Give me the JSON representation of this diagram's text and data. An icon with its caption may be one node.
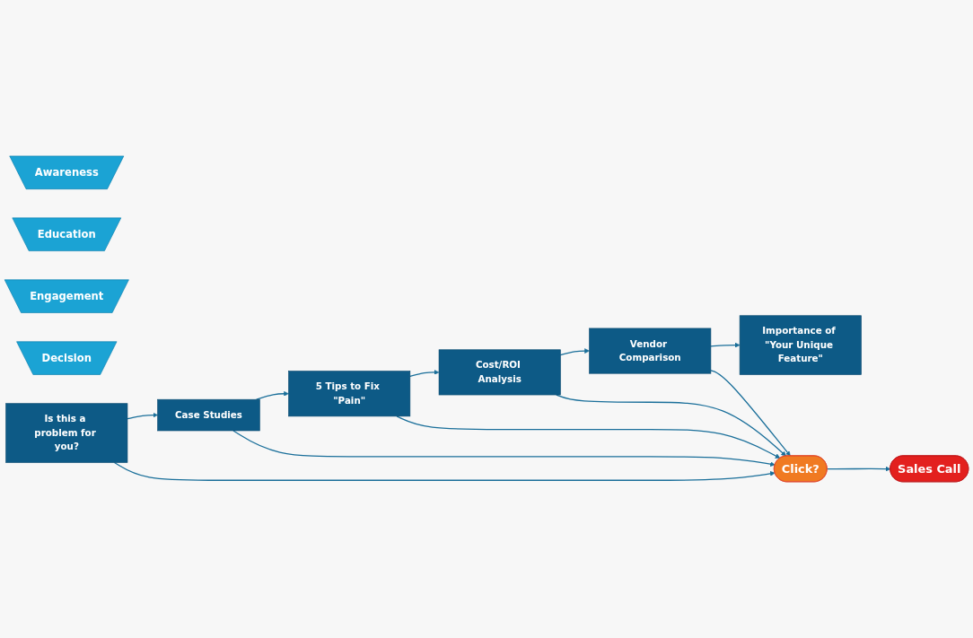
{
  "diagram": {
    "nodes": [
      {
        "text": [
          "Awareness"
        ]
      },
      {
        "text": [
          "Education"
        ]
      },
      {
        "text": [
          "Engagement"
        ]
      },
      {
        "text": [
          "Decision"
        ]
      },
      {
        "text": [
          "Is this a problem for you?"
        ]
      },
      {
        "text": [
          "Case Studies"
        ]
      },
      {
        "text": [
          "5 Tips to Fix \"Pain\""
        ]
      },
      {
        "text": [
          "Cost/ROI Analysis"
        ]
      },
      {
        "text": [
          "Vendor Comparison"
        ]
      },
      {
        "text": [
          "Importance of \"Your Unique Feature\""
        ]
      },
      {
        "text": [
          "Click?"
        ]
      },
      {
        "text": [
          "Sales Call"
        ]
      }
    ],
    "edges": [
      {
        "from": 4,
        "to": 5,
        "arrow": "to"
      },
      {
        "from": 5,
        "to": 6,
        "arrow": "to"
      },
      {
        "from": 6,
        "to": 7,
        "arrow": "to"
      },
      {
        "from": 7,
        "to": 8,
        "arrow": "to"
      },
      {
        "from": 8,
        "to": 9,
        "arrow": "to"
      },
      {
        "from": 4,
        "to": 10,
        "arrow": "to"
      },
      {
        "from": 5,
        "to": 10,
        "arrow": "to"
      },
      {
        "from": 6,
        "to": 10,
        "arrow": "to"
      },
      {
        "from": 7,
        "to": 10,
        "arrow": "to"
      },
      {
        "from": 8,
        "to": 10,
        "arrow": "to"
      },
      {
        "from": 10,
        "to": 11,
        "arrow": "to"
      }
    ]
  }
}
